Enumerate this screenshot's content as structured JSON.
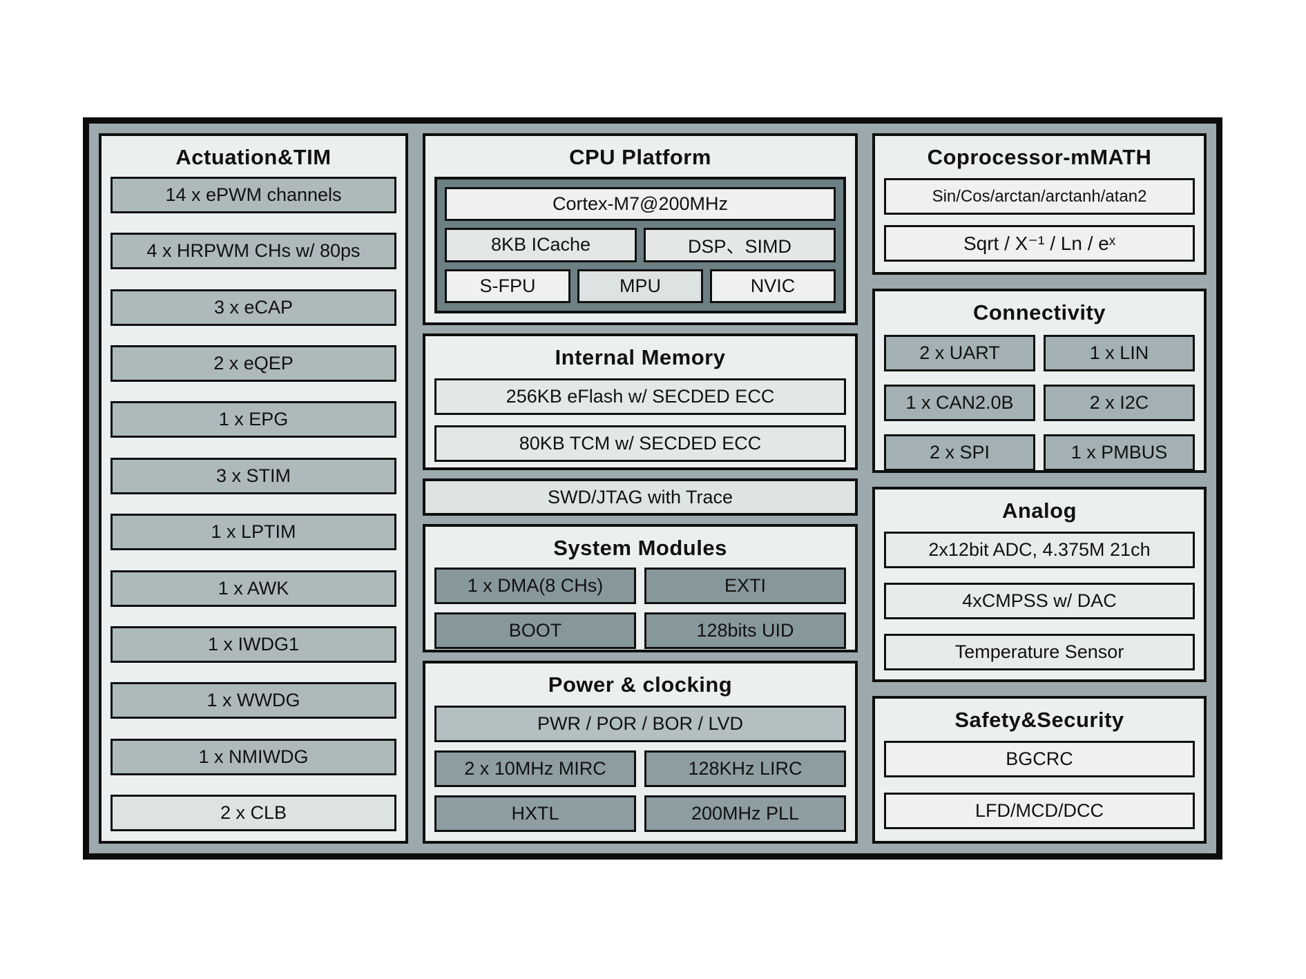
{
  "sections": {
    "actuation": {
      "title": "Actuation&TIM",
      "items": [
        "14 x ePWM channels",
        "4 x HRPWM CHs w/ 80ps",
        "3 x eCAP",
        "2 x eQEP",
        "1 x EPG",
        "3 x STIM",
        "1 x LPTIM",
        "1 x AWK",
        "1 x IWDG1",
        "1 x WWDG",
        "1 x NMIWDG",
        "2 x CLB"
      ]
    },
    "cpu": {
      "title": "CPU Platform",
      "core": "Cortex-M7@200MHz",
      "row2": [
        "8KB ICache",
        "DSP、SIMD"
      ],
      "row3": [
        "S-FPU",
        "MPU",
        "NVIC"
      ]
    },
    "memory": {
      "title": "Internal Memory",
      "items": [
        "256KB eFlash w/ SECDED ECC",
        "80KB TCM w/ SECDED ECC"
      ]
    },
    "debug_bar": "SWD/JTAG with Trace",
    "system_modules": {
      "title": "System Modules",
      "items": [
        "1 x DMA(8 CHs)",
        "EXTI",
        "BOOT",
        "128bits UID"
      ]
    },
    "power": {
      "title": "Power & clocking",
      "top": "PWR / POR / BOR / LVD",
      "items": [
        "2 x 10MHz MIRC",
        "128KHz LIRC",
        "HXTL",
        "200MHz PLL"
      ]
    },
    "coprocessor": {
      "title": "Coprocessor-mMATH",
      "items": [
        "Sin/Cos/arctan/arctanh/atan2",
        "Sqrt / X⁻¹ / Ln / eˣ"
      ]
    },
    "connectivity": {
      "title": "Connectivity",
      "items": [
        "2 x UART",
        "1 x LIN",
        "1 x CAN2.0B",
        "2 x I2C",
        "2 x SPI",
        "1 x PMBUS"
      ]
    },
    "analog": {
      "title": "Analog",
      "items": [
        "2x12bit ADC, 4.375M 21ch",
        "4xCMPSS w/ DAC",
        "Temperature Sensor"
      ]
    },
    "safety": {
      "title": "Safety&Security",
      "items": [
        "BGCRC",
        "LFD/MCD/DCC"
      ]
    }
  },
  "palette": {
    "frame_fill": "#9caaad",
    "panel_fill": "#ecefef",
    "item_gray": "#aeb9bc",
    "item_light": "#dde3e2",
    "cpu_inner_fill": "#6d8084",
    "cpu_box_light": "#eef1f0",
    "cpu_box_mid": "#e3e8e7",
    "module_dark": "#87989d",
    "clock_dark": "#8d9da1",
    "power_bar": "#b3bfc1",
    "connectivity_item": "#a3b1b4",
    "memory_box": "#e3e8e7",
    "debug_bar_fill": "#dee4e2",
    "border": "#0c0c0c",
    "text": "#111111"
  }
}
